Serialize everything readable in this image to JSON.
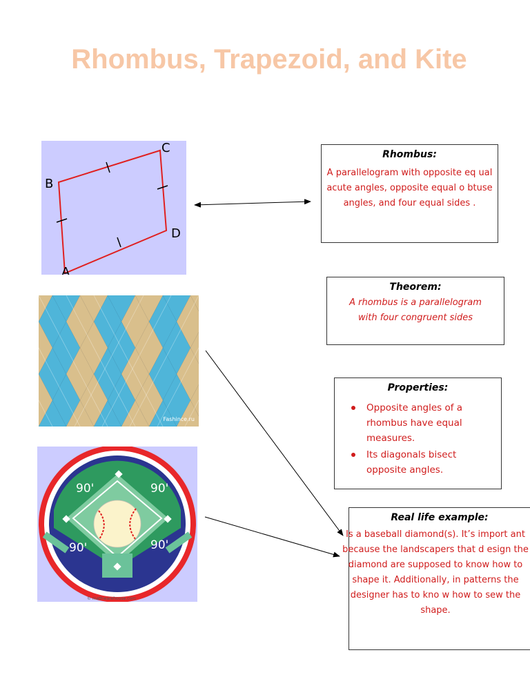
{
  "title": "Rhombus, Trapezoid, and Kite",
  "rhombus_figure": {
    "labels": {
      "a": "A",
      "b": "B",
      "c": "C",
      "d": "D"
    }
  },
  "argyle_figure": {
    "watermark": "Fashince.ru"
  },
  "baseball_figure": {
    "angle_labels": [
      "90'",
      "90'",
      "90'",
      "90'"
    ],
    "credit": "© mathwarehouse.com"
  },
  "rhombus_box": {
    "heading": "Rhombus:",
    "body": "A parallelogram with opposite eq ual acute angles, opposite equal o btuse angles, and four equal sides ."
  },
  "theorem_box": {
    "heading": "Theorem:",
    "body": "A rhombus is a parallelogram with four congruent sides"
  },
  "properties_box": {
    "heading": "Properties:",
    "items": [
      "Opposite angles of a rhombus have equal measures.",
      "Its diagonals bisect opposite angles."
    ]
  },
  "example_box": {
    "heading": "Real life example:",
    "body": "Is a baseball diamond(s). It’s import ant because the landscapers that d esign the diamond are supposed to know how to shape it. Additionally, in patterns the designer has to kno w how to sew the shape."
  },
  "colors": {
    "title": "#f7c7a6",
    "text_red": "#d01c1c",
    "rhombus_bg": "#ccccff",
    "rhombus_line": "#e02020"
  }
}
